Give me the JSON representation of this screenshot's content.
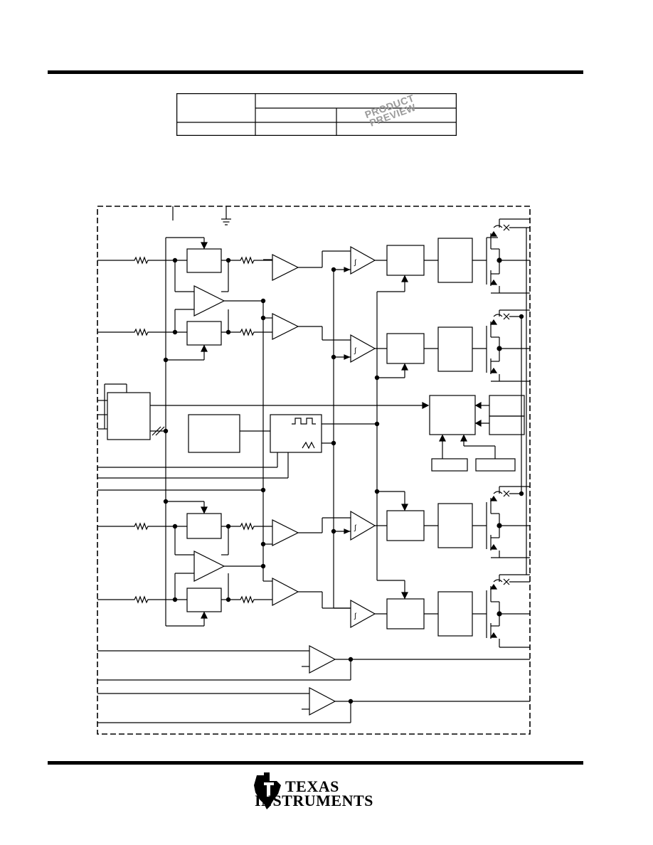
{
  "watermark": {
    "line1": "PRODUCT",
    "line2": "PREVIEW"
  },
  "logo": {
    "line1": "Texas",
    "line2": "Instruments",
    "icon": "ti-state-logo-icon"
  },
  "colors": {
    "ink": "#000000",
    "watermark": "#9a9a9a"
  }
}
